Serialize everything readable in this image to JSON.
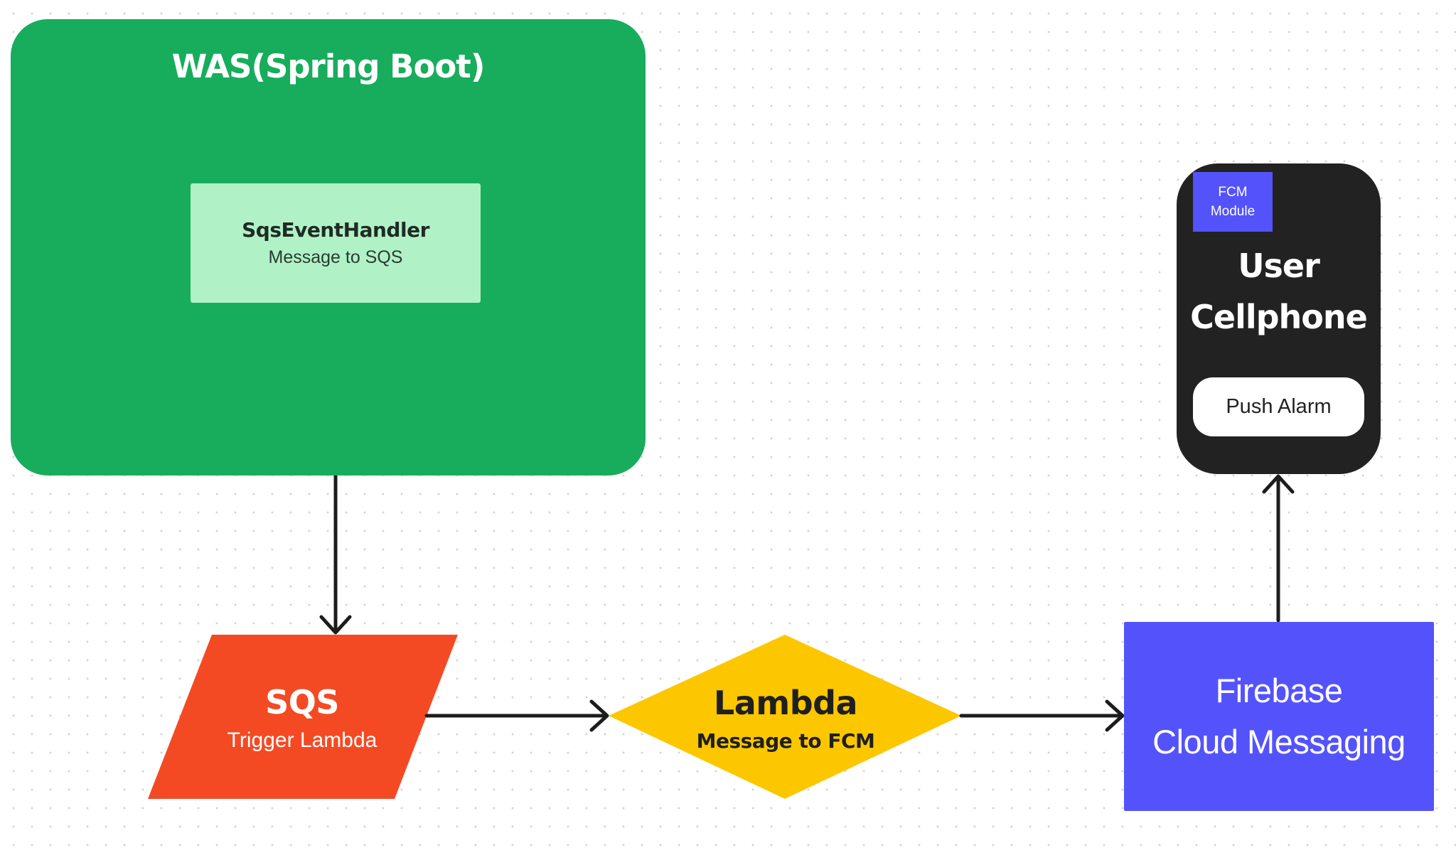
{
  "was": {
    "title": "WAS(Spring Boot)",
    "handler": {
      "title": "SqsEventHandler",
      "subtitle": "Message to SQS"
    }
  },
  "sqs": {
    "title": "SQS",
    "subtitle": "Trigger Lambda"
  },
  "lambda": {
    "title": "Lambda",
    "subtitle": "Message to FCM"
  },
  "firebase": {
    "line1": "Firebase",
    "line2": "Cloud Messaging"
  },
  "phone": {
    "badge_line1": "FCM",
    "badge_line2": "Module",
    "title_line1": "User",
    "title_line2": "Cellphone",
    "push_label": "Push Alarm"
  },
  "colors": {
    "was_green": "#17ad5c",
    "handler_mint": "#b0f2c6",
    "sqs_red": "#f44a24",
    "lambda_yellow": "#fdc700",
    "firebase_blue": "#5453fb",
    "phone_dark": "#222222",
    "arrow": "#1c1c1c"
  }
}
